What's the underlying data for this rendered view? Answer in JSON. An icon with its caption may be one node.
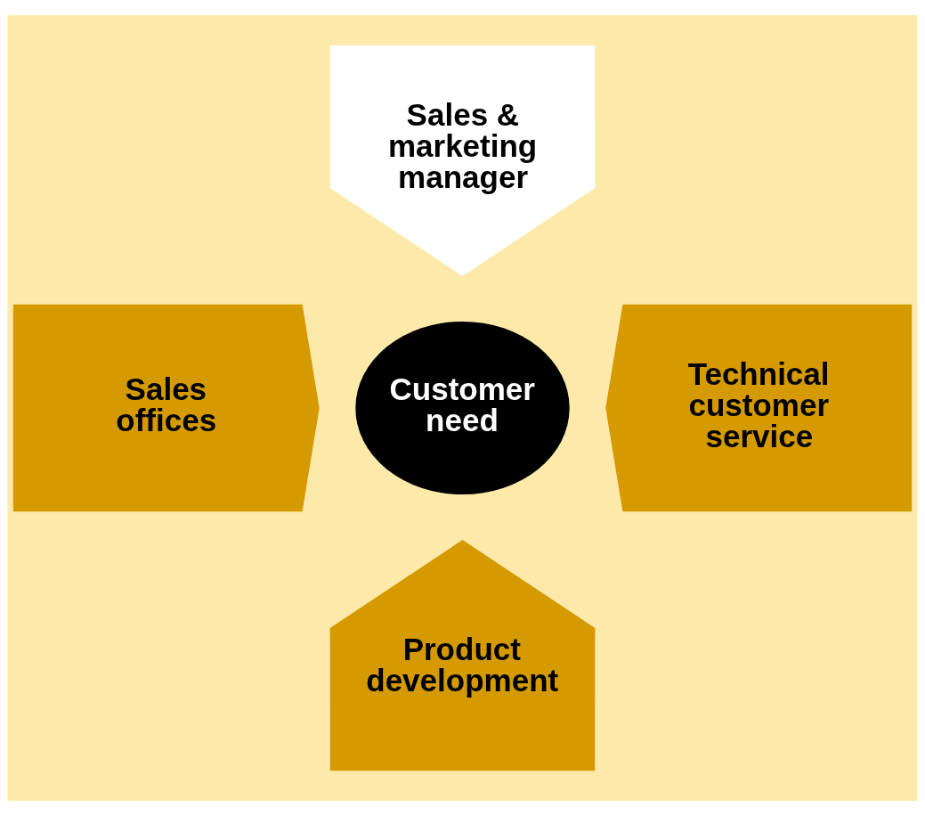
{
  "diagram": {
    "nodes": [
      {
        "text": [
          "Sales & marketing manager"
        ]
      },
      {
        "text": [
          "Sales offices"
        ]
      },
      {
        "text": [
          "Customer need"
        ]
      },
      {
        "text": [
          "Technical customer service"
        ]
      },
      {
        "text": [
          "Product development"
        ]
      }
    ]
  }
}
